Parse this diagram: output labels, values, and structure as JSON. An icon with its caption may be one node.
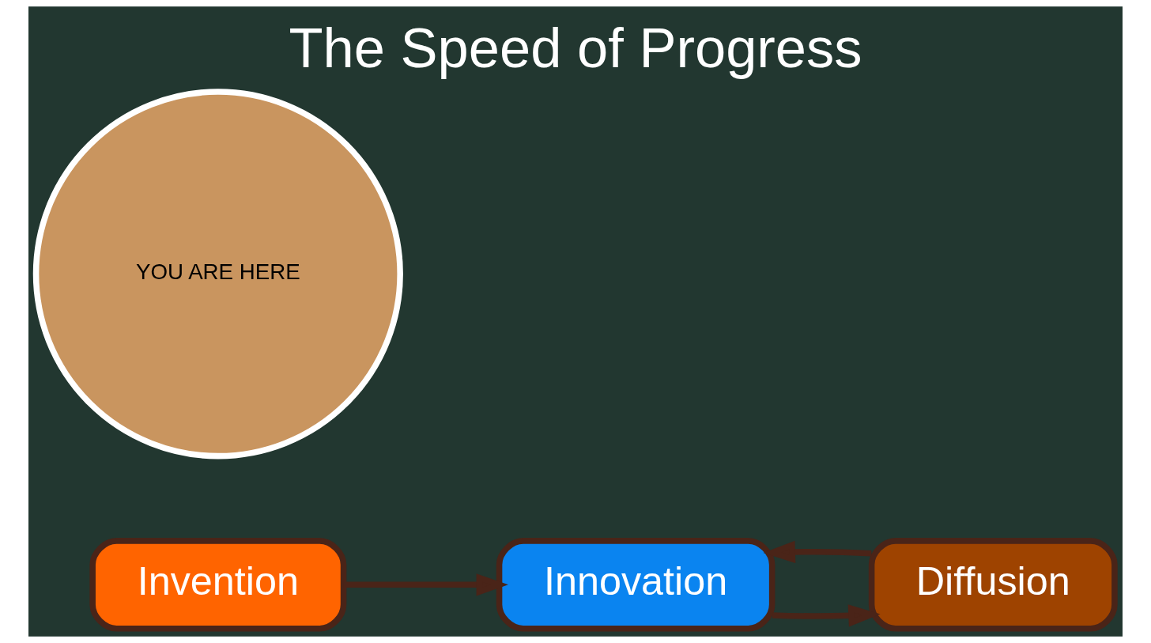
{
  "diagram": {
    "title": "The Speed of Progress",
    "nodes": [
      {
        "text": [
          "Invention"
        ]
      },
      {
        "text": [
          "Innovation"
        ]
      },
      {
        "text": [
          "YOU ARE HERE"
        ]
      },
      {
        "text": [
          "Diffusion"
        ]
      }
    ],
    "edges": [
      {
        "from": 0,
        "to": 1,
        "arrow": "to"
      },
      {
        "from": 1,
        "to": 3,
        "arrow": "to"
      },
      {
        "from": 3,
        "to": 1,
        "arrow": "to"
      }
    ]
  }
}
